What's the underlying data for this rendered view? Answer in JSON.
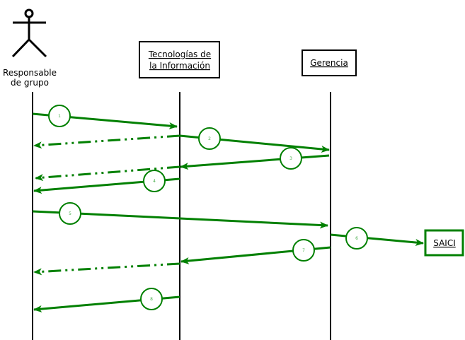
{
  "diagram": {
    "type": "sequence-diagram",
    "colors": {
      "message": "#008000",
      "lifeline": "#000000",
      "box_border": "#000000",
      "external_border": "#008000"
    },
    "actor": {
      "label_line1": "Responsable",
      "label_line2": "de grupo"
    },
    "participants": [
      {
        "id": "ti",
        "label_line1": "Tecnologías de",
        "label_line2": "la Información"
      },
      {
        "id": "gerencia",
        "label_line1": "Gerencia"
      }
    ],
    "external": {
      "id": "saici",
      "label": "SAICI"
    },
    "messages": [
      {
        "num": "1",
        "from": "actor",
        "to": "ti",
        "style": "solid"
      },
      {
        "num": "",
        "from": "ti",
        "to": "actor",
        "style": "dashed-return"
      },
      {
        "num": "2",
        "from": "ti",
        "to": "gerencia",
        "style": "solid"
      },
      {
        "num": "3",
        "from": "gerencia",
        "to": "ti",
        "style": "solid"
      },
      {
        "num": "",
        "from": "ti",
        "to": "actor",
        "style": "dashed-return"
      },
      {
        "num": "4",
        "from": "ti",
        "to": "actor",
        "style": "solid"
      },
      {
        "num": "5",
        "from": "actor",
        "to": "gerencia",
        "style": "solid"
      },
      {
        "num": "6",
        "from": "gerencia",
        "to": "saici",
        "style": "solid"
      },
      {
        "num": "7",
        "from": "gerencia",
        "to": "ti",
        "style": "solid"
      },
      {
        "num": "",
        "from": "ti",
        "to": "actor",
        "style": "dashed-return"
      },
      {
        "num": "8",
        "from": "ti",
        "to": "actor",
        "style": "solid"
      }
    ]
  }
}
